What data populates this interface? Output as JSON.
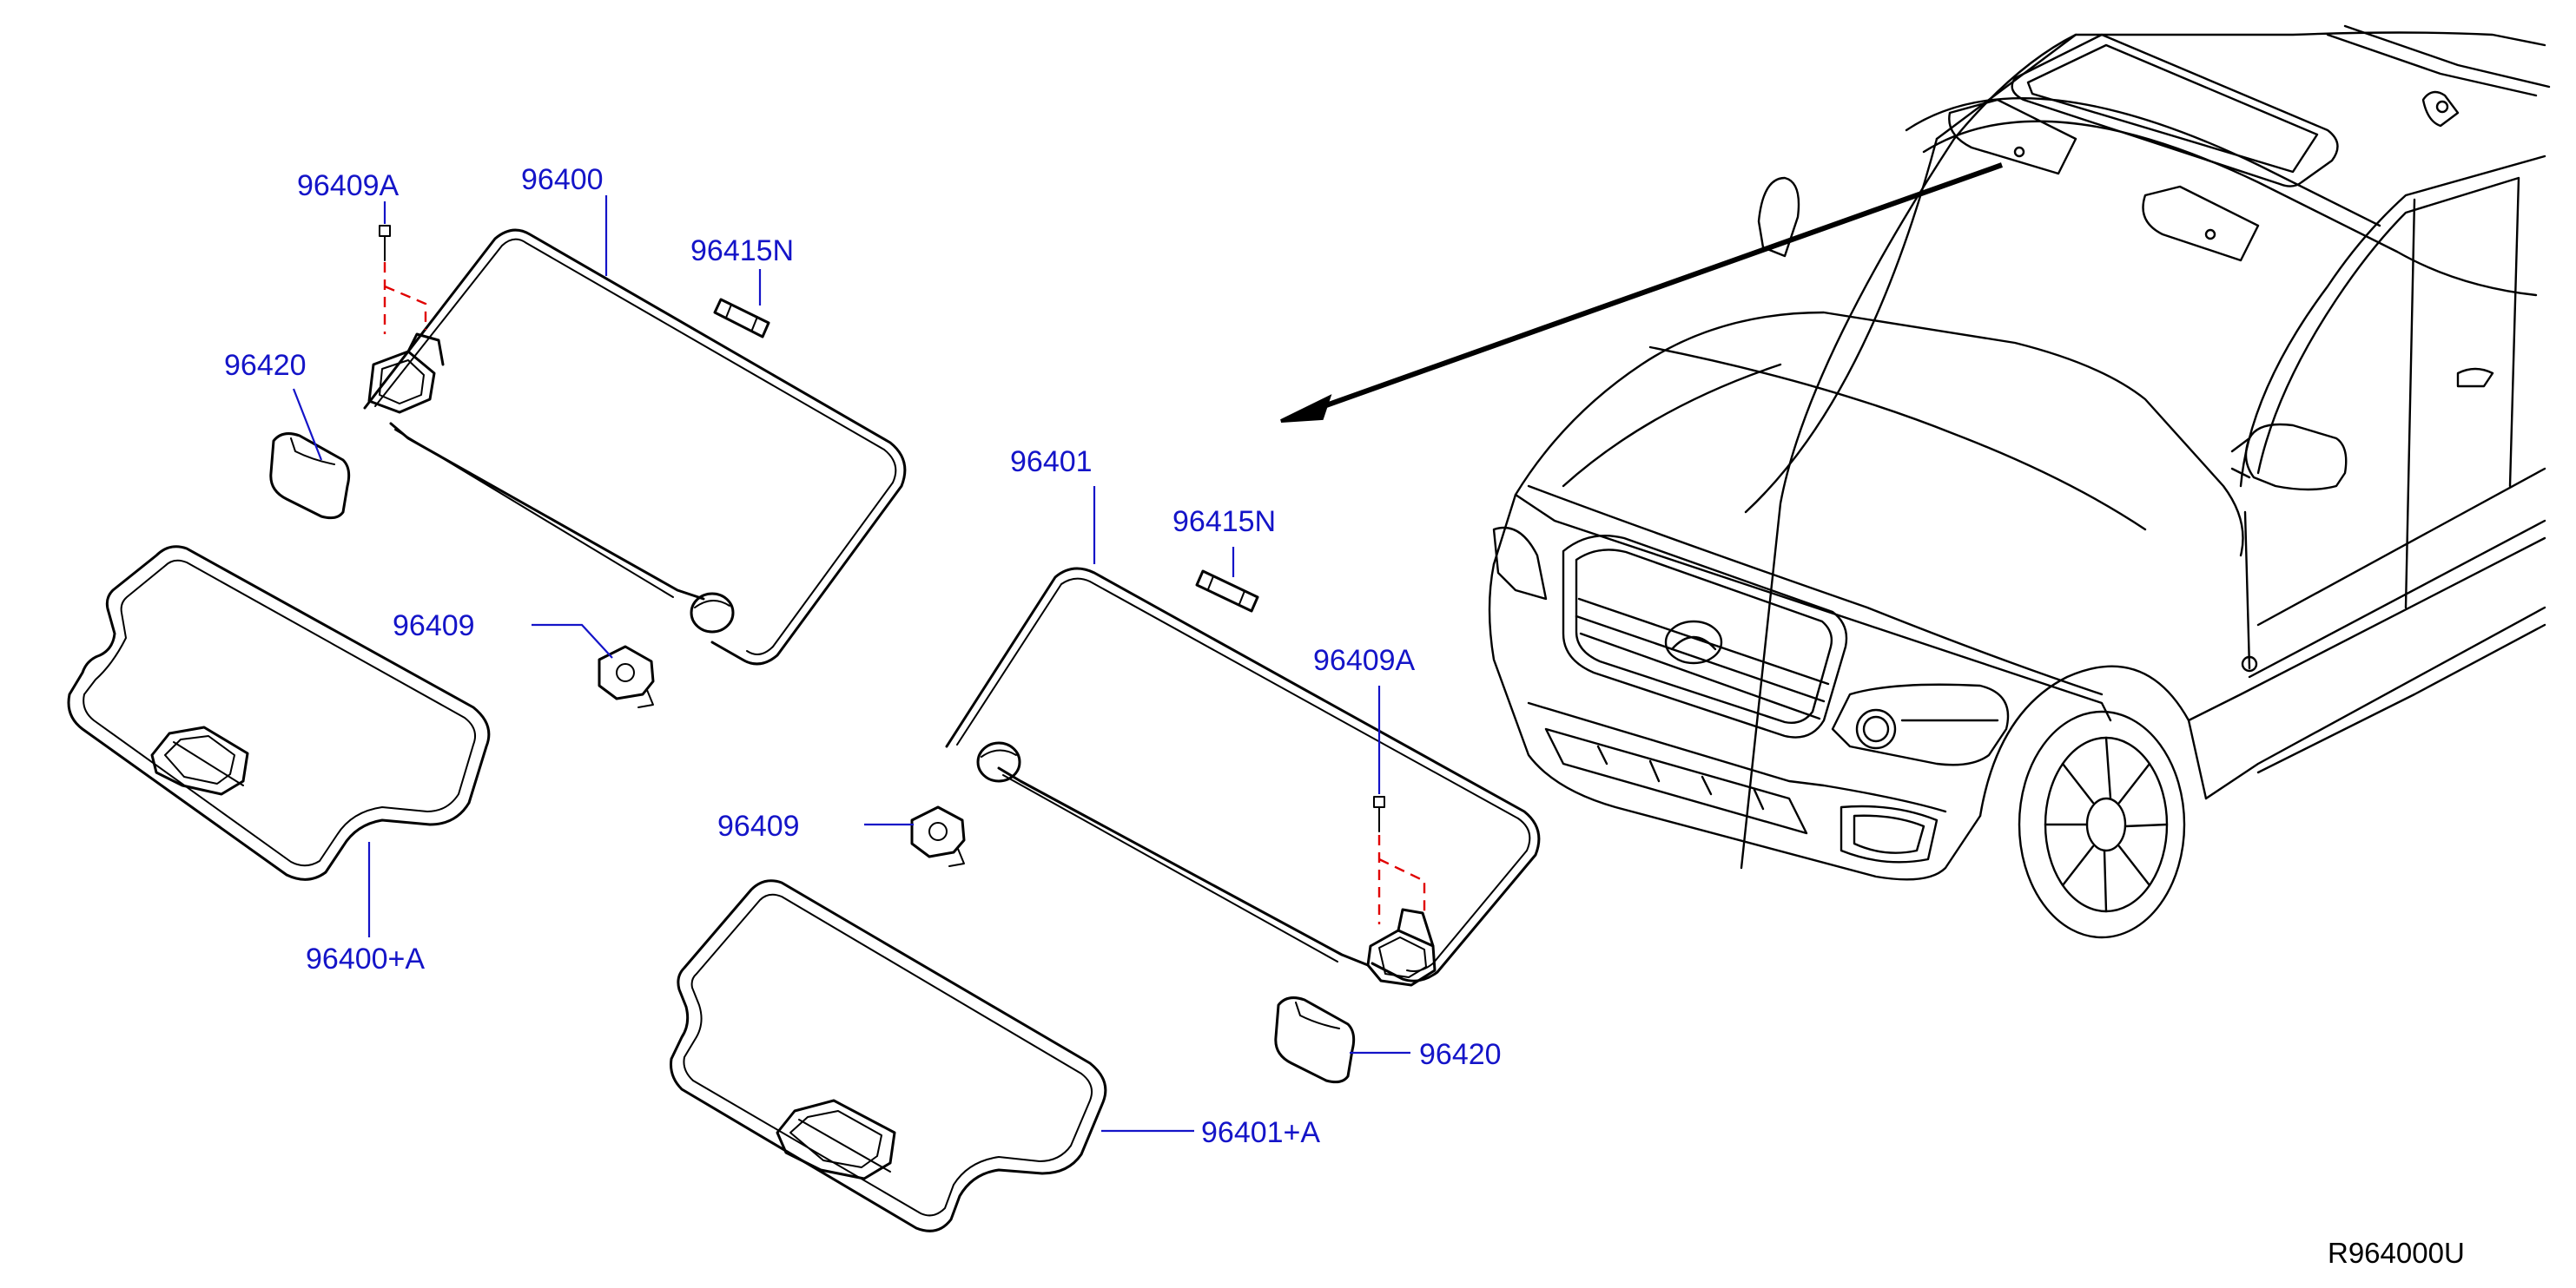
{
  "diagram": {
    "labels": {
      "l1": "96409A",
      "l2": "96400",
      "l3": "96415N",
      "l4": "96420",
      "l5": "96409",
      "l6": "96400+A",
      "l7": "96401",
      "l8": "96415N",
      "l9": "96409A",
      "l10": "96409",
      "l11": "96420",
      "l12": "96401+A"
    },
    "drawing_code": "R964000U",
    "colors": {
      "label": "#1414c8",
      "line": "#000000",
      "dashed_guide": "#e00000"
    }
  }
}
